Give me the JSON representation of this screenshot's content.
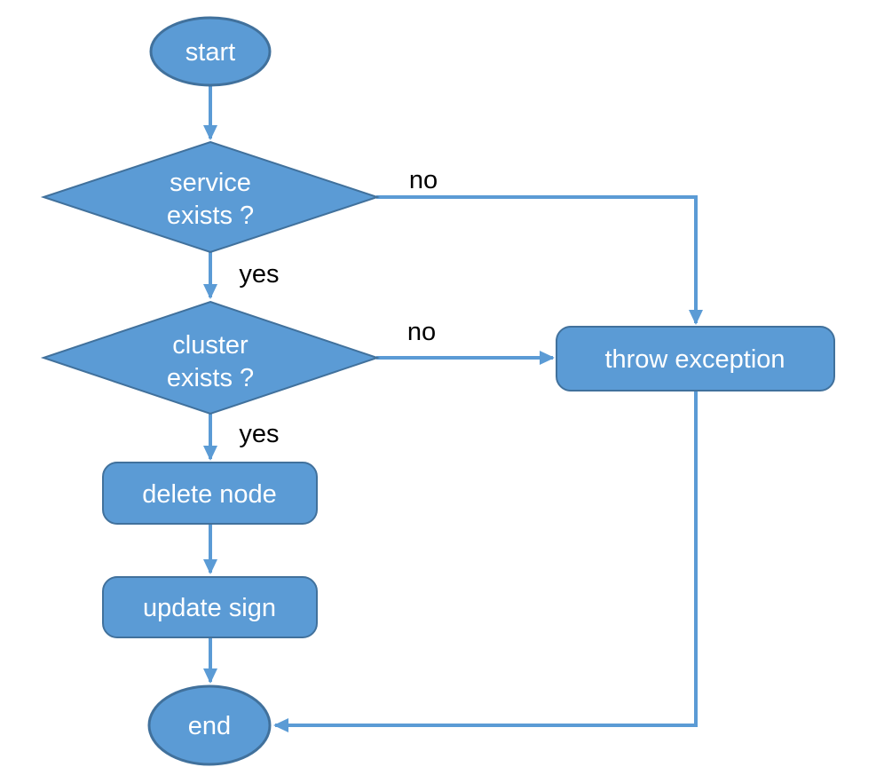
{
  "diagram": {
    "type": "flowchart",
    "background_color": "#ffffff",
    "colors": {
      "node_fill": "#5b9bd5",
      "node_border": "#41719c",
      "connector": "#5b9bd5",
      "node_text": "#ffffff",
      "edge_label_text": "#000000"
    },
    "nodes": {
      "start": {
        "type": "terminator",
        "label": "start"
      },
      "service_check": {
        "type": "decision",
        "line1": "service",
        "line2": "exists ?"
      },
      "cluster_check": {
        "type": "decision",
        "line1": "cluster",
        "line2": "exists ?"
      },
      "throw_exception": {
        "type": "process",
        "label": "throw exception"
      },
      "delete_node": {
        "type": "process",
        "label": "delete node"
      },
      "update_sign": {
        "type": "process",
        "label": "update sign"
      },
      "end": {
        "type": "terminator",
        "label": "end"
      }
    },
    "edges": {
      "start_to_service": {
        "from": "start",
        "to": "service_check",
        "label": ""
      },
      "service_no": {
        "from": "service_check",
        "to": "throw_exception",
        "label": "no"
      },
      "service_yes": {
        "from": "service_check",
        "to": "cluster_check",
        "label": "yes"
      },
      "cluster_no": {
        "from": "cluster_check",
        "to": "throw_exception",
        "label": "no"
      },
      "cluster_yes": {
        "from": "cluster_check",
        "to": "delete_node",
        "label": "yes"
      },
      "delete_to_update": {
        "from": "delete_node",
        "to": "update_sign",
        "label": ""
      },
      "update_to_end": {
        "from": "update_sign",
        "to": "end",
        "label": ""
      },
      "throw_to_end": {
        "from": "throw_exception",
        "to": "end",
        "label": ""
      }
    }
  }
}
